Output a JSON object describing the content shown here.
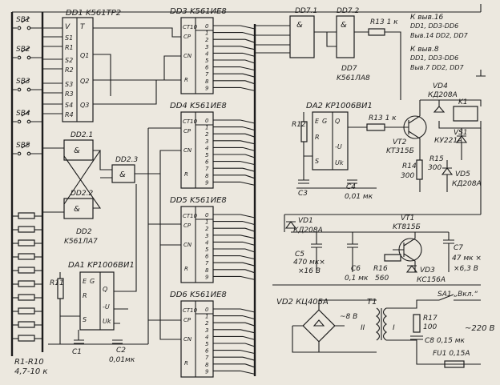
{
  "labels": {
    "dd1": "DD1 K561TP2",
    "dd3": "DD3 K561ИЕ8",
    "dd4": "DD4 K561ИЕ8",
    "dd5": "DD5 K561ИЕ8",
    "dd6": "DD6 K561ИЕ8",
    "dd2": "DD2",
    "dd2_type": "K561ЛА7",
    "dd21": "DD2.1",
    "dd22": "DD2.2",
    "dd23": "DD2.3",
    "dd71": "DD7.1",
    "dd72": "DD7.2",
    "dd7": "DD7",
    "dd7_type": "K561ЛА8",
    "da1": "DA1 KP1006ВИ1",
    "da2": "DA2 KP1006ВИ1",
    "vt1": "VT1",
    "vt1_type": "KT815Б",
    "vt2": "VT2",
    "vt2_type": "KT315Б",
    "vd1": "VD1",
    "vd1_type": "КД208А",
    "vd2": "VD2 КЦ405А",
    "vd3": "VD3",
    "vd3_type": "КС156А",
    "vd4": "VD4",
    "vd4_type": "КД208А",
    "vd5": "VD5",
    "vd5_type": "КД208А",
    "vs1": "VS1",
    "vs1_type": "КУ221А",
    "k1": "K1",
    "t1": "T1",
    "sa1": "SA1 „Вкл.“",
    "fu1": "FU1 0,15А",
    "mains": "~220 В",
    "sec_v": "~8 В",
    "r1r10": "R1-R10",
    "r1r10_val": "4,7-10 к",
    "r11": "R11",
    "r12": "R12",
    "r13a": "R13 1 к",
    "r13b": "R13 1 к",
    "r14": "R14",
    "r14_val": "300",
    "r15": "R15",
    "r15_val": "300",
    "r16": "R16",
    "r16_val": "560",
    "r17": "R17",
    "r17_val": "100",
    "c1": "C1",
    "c2": "C2",
    "c2_val": "0,01мк",
    "c3": "C3",
    "c4": "C4",
    "c4_val": "0,01 мк",
    "c5": "C5",
    "c5_val": "470 мк×",
    "c5_v": "×16 В",
    "c6": "C6",
    "c6_val": "0,1 мк",
    "c7": "C7",
    "c7_val": "47 мк ×",
    "c7_v": "×6,3 В",
    "c8": "C8 0,15 мк",
    "note1": "К выв.16",
    "note2": "DD1, DD3-DD6",
    "note3": "Выв.14 DD2, DD7",
    "note4": "К выв.8",
    "note5": "DD1, DD3-DD6",
    "note6": "Выв.7 DD2, DD7",
    "sb1": "SB1",
    "sb2": "SB2",
    "sb3": "SB3",
    "sb4": "SB4",
    "sb5": "SB5",
    "ct10": "CT10",
    "cp": "CP",
    "cn": "CN",
    "r_pin": "R"
  }
}
